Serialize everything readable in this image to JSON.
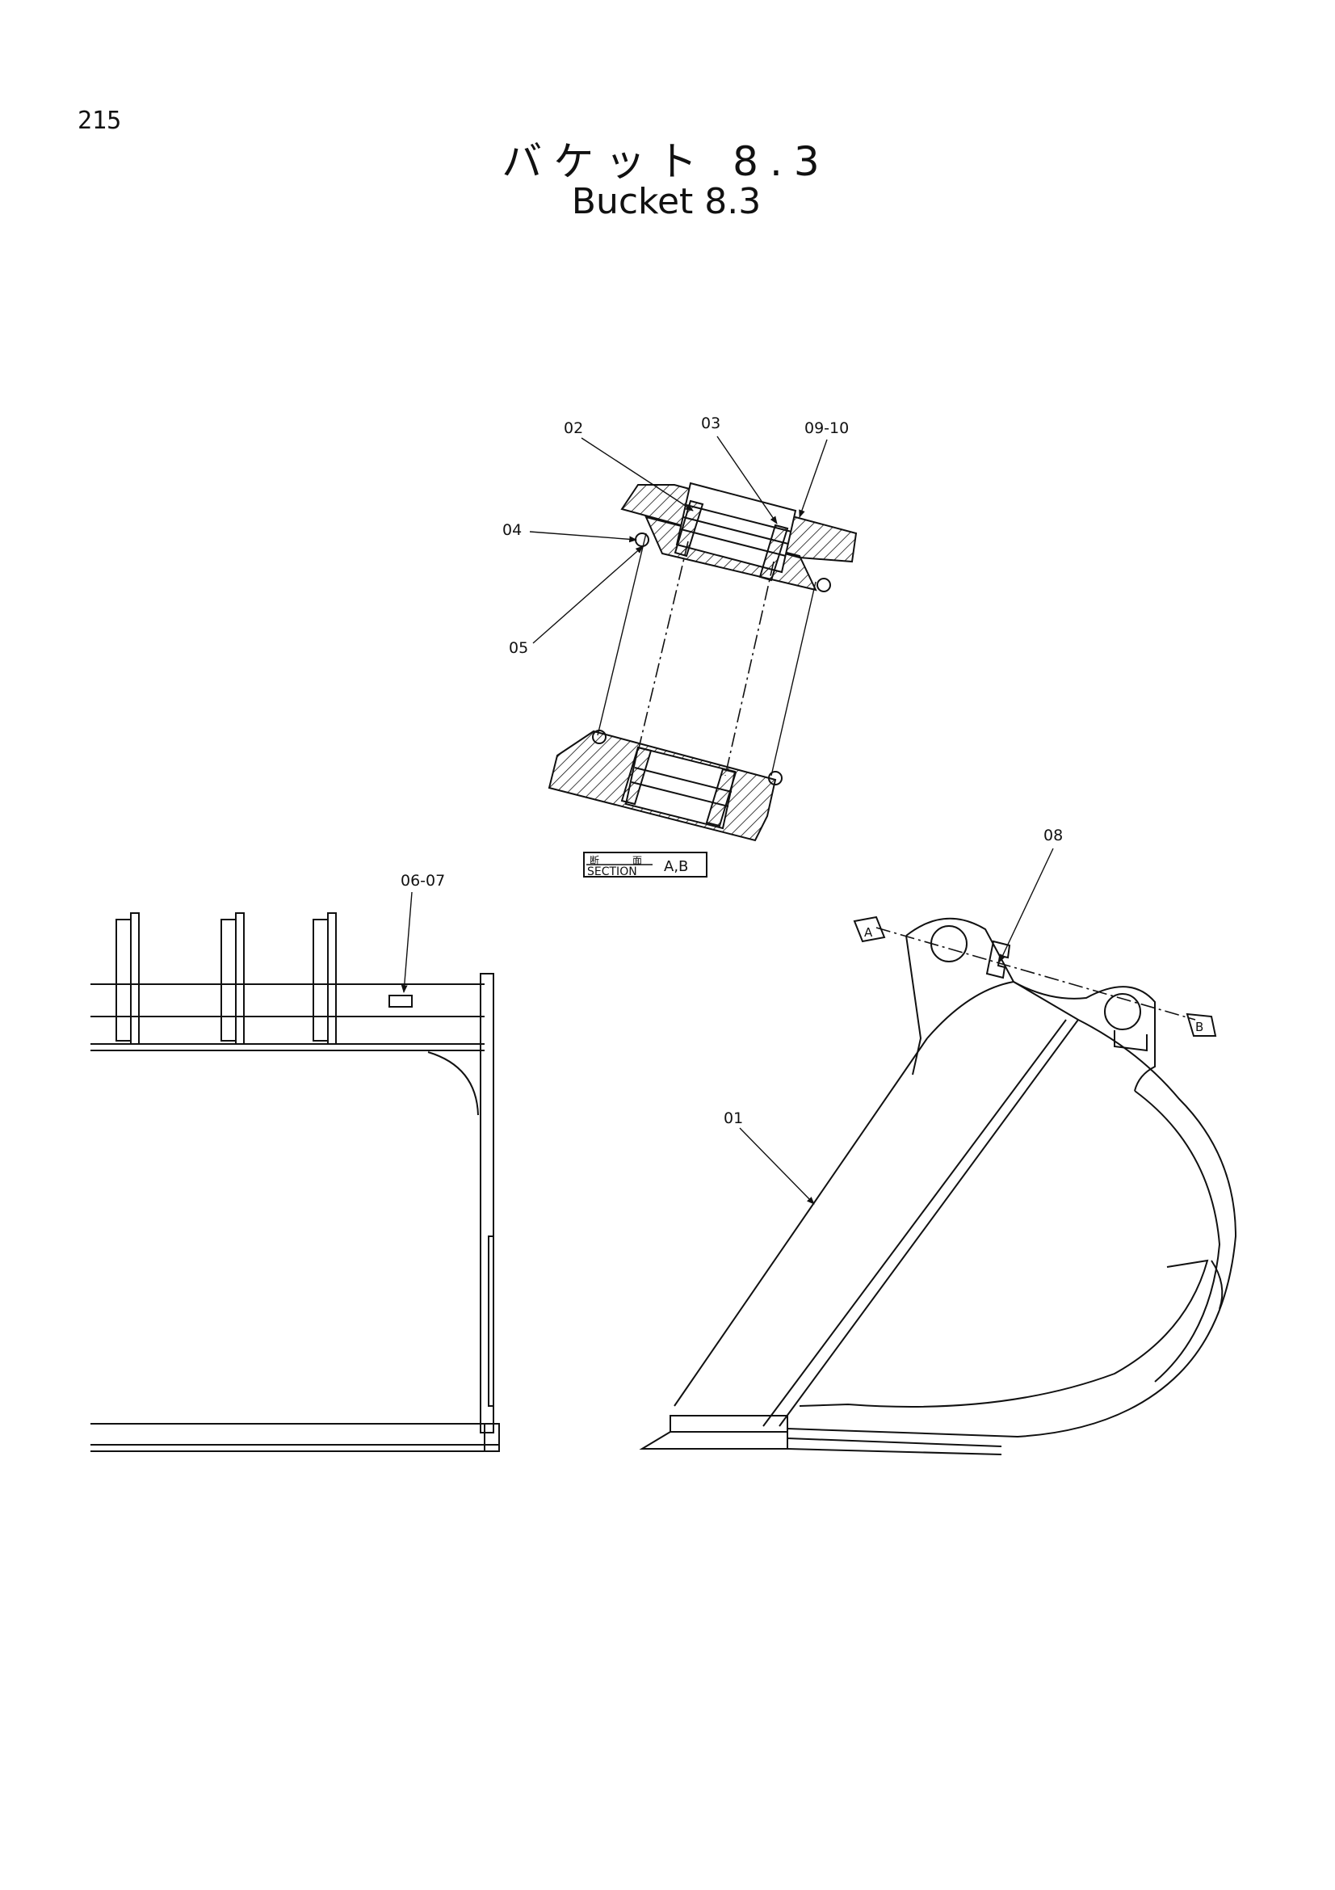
{
  "page": {
    "number": "215"
  },
  "title": {
    "jp": "バケット 8.3",
    "en": "Bucket 8.3"
  },
  "section_label": {
    "kanji_1": "断",
    "kanji_2": "面",
    "text": "SECTION",
    "ref": "A,B"
  },
  "section_markers": {
    "a": "A",
    "b": "B"
  },
  "callouts": {
    "c01": "01",
    "c02": "02",
    "c03": "03",
    "c04": "04",
    "c05": "05",
    "c06_07": "06-07",
    "c08": "08",
    "c09_10": "09-10"
  },
  "colors": {
    "ink": "#111111",
    "paper": "#ffffff"
  }
}
